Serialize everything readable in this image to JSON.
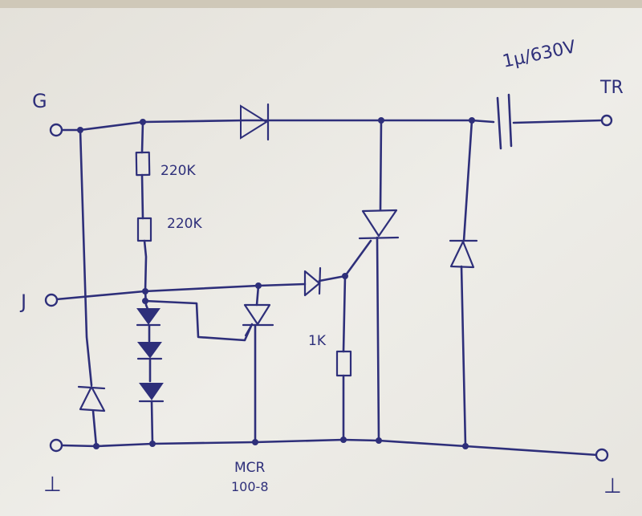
{
  "terminals": {
    "g": "G",
    "j": "J",
    "tr": "TR",
    "ground_left": "⊥",
    "ground_right": "⊥"
  },
  "components": {
    "r1": "220K",
    "r2": "220K",
    "r3": "1K",
    "capacitor": "1µ/630V",
    "thyristor_part": "MCR",
    "thyristor_part_sub": "100-8"
  },
  "colors": {
    "ink": "#2e2f7a",
    "paper": "#ecebe6"
  }
}
